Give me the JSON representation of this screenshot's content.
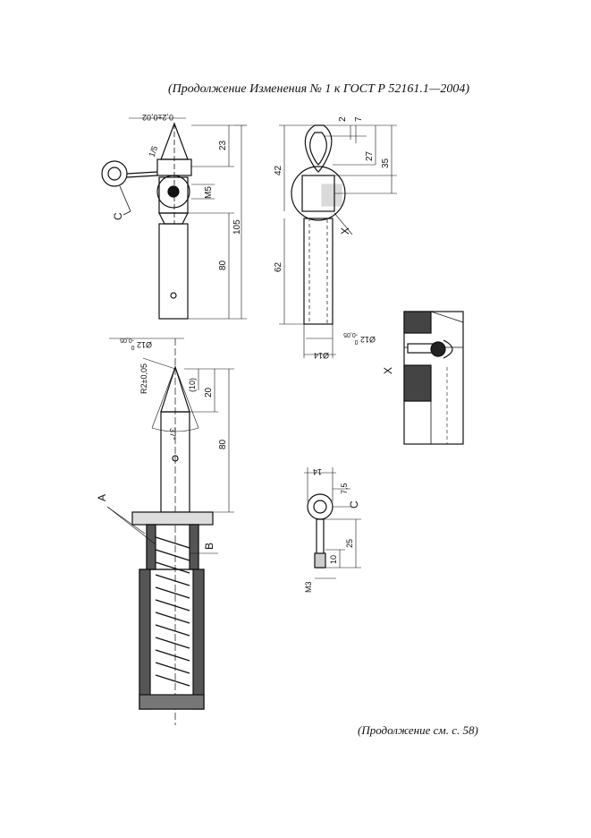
{
  "page": {
    "header": "(Продолжение Изменения № 1 к ГОСТ  Р 52161.1—2004)",
    "footer": "(Продолжение см. с. 58)"
  },
  "drawing": {
    "top_left": {
      "tol_chamfer": "0,2±0,02",
      "dim_23": "23",
      "thread_M5": "M5",
      "dim_105": "105",
      "dim_80": "80",
      "label_C": "C",
      "angle_label": "1/5"
    },
    "top_right": {
      "dim_2": "2",
      "dim_7": "7",
      "dim_27": "27",
      "dim_35": "35",
      "dim_42": "42",
      "dim_62": "62",
      "label_X": "X",
      "dia_12": "Ø12",
      "dia_12_tol_upper": "0",
      "dia_12_tol_lower": "-0,05",
      "dia_14": "Ø14"
    },
    "middle": {
      "dia_12": "Ø12",
      "dia_12_tol_upper": "0",
      "dia_12_tol_lower": "-0,05",
      "radius": "R2±0,05",
      "dim_10": "(10)",
      "dim_20": "20",
      "angle_37": "37°",
      "dim_80": "80",
      "label_A": "A",
      "label_B": "B"
    },
    "detail_C": {
      "label_C": "C",
      "dim_14": "14",
      "dim_7_5": "7,5",
      "dim_25": "25",
      "dim_10": "10",
      "thread_M3": "M3"
    },
    "detail_X": {
      "label_X": "X"
    }
  }
}
